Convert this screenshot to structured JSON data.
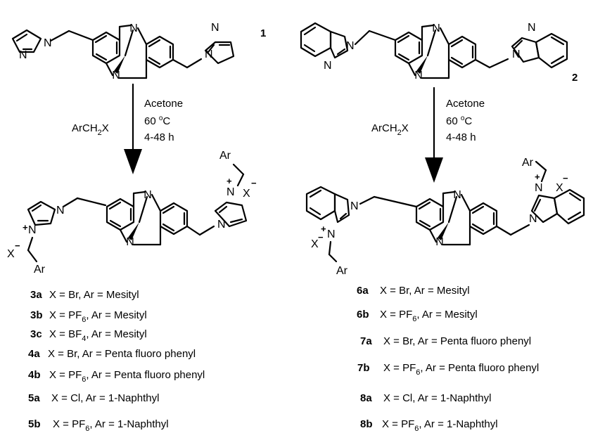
{
  "atoms": {
    "N": "N",
    "Ar": "Ar",
    "X": "X"
  },
  "charges": {
    "plus": "+",
    "minus": "−"
  },
  "labels": {
    "compound1": "1",
    "compound2": "2"
  },
  "conditions": {
    "reagent_prefix": "ArCH",
    "reagent_sub": "2",
    "reagent_suffix": "X",
    "solvent": "Acetone",
    "temp_value": "60 ",
    "temp_unit_sup": "o",
    "temp_unit": "C",
    "time": "4-48 h"
  },
  "legend_left": [
    {
      "id": "3a",
      "pre": "X = Br, Ar = Mesityl"
    },
    {
      "id": "3b",
      "pre": "X = PF",
      "sub": "6",
      "post": ", Ar = Mesityl"
    },
    {
      "id": "3c",
      "pre": "X = BF",
      "sub": "4",
      "post": ", Ar = Mesityl"
    },
    {
      "id": "4a",
      "pre": "X = Br, Ar = Penta fluoro phenyl"
    },
    {
      "id": "4b",
      "pre": "X = PF",
      "sub": "6",
      "post": ", Ar = Penta fluoro phenyl"
    },
    {
      "id": "5a",
      "pre": "X = Cl, Ar = 1-Naphthyl"
    },
    {
      "id": "5b",
      "pre": "X = PF",
      "sub": "6",
      "post": ", Ar = 1-Naphthyl"
    }
  ],
  "legend_right": [
    {
      "id": "6a",
      "pre": "X = Br, Ar = Mesityl"
    },
    {
      "id": "6b",
      "pre": "X = PF",
      "sub": "6",
      "post": ", Ar = Mesityl"
    },
    {
      "id": "7a",
      "pre": "X = Br, Ar = Penta fluoro phenyl"
    },
    {
      "id": "7b",
      "pre": "X = PF",
      "sub": "6",
      "post": ", Ar = Penta fluoro phenyl"
    },
    {
      "id": "8a",
      "pre": "X = Cl, Ar = 1-Naphthyl"
    },
    {
      "id": "8b",
      "pre": "X = PF",
      "sub": "6",
      "post": ", Ar = 1-Naphthyl"
    }
  ]
}
